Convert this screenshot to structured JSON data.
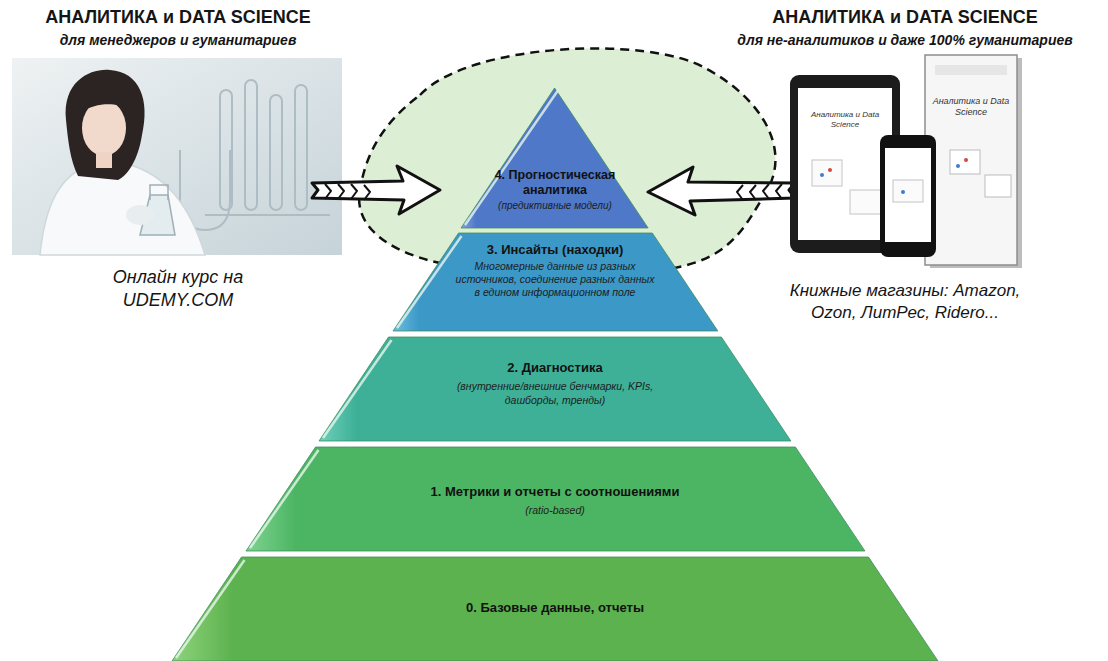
{
  "diagram": {
    "nodes": [
      {
        "text": [
          "4. Прогностическая аналитика",
          "(предиктивные модели)"
        ]
      },
      {
        "text": [
          "3. Инсайты (находки)",
          "Многомерные данные из разных источников, соединение разных данных в едином информационном поле"
        ]
      },
      {
        "text": [
          "2. Диагностика",
          "(внутренние/внешние бенчмарки, KPIs, дашборды, тренды)"
        ]
      },
      {
        "text": [
          "1. Метрики и отчеты с соотношениями",
          "(ratio-based)"
        ]
      },
      {
        "text": [
          "0. Базовые данные, отчеты"
        ]
      }
    ],
    "labels": [
      "АНАЛИТИКА и DATA SCIENCE",
      "для менеджеров и гуманитариев",
      "Онлайн курс на UDEMY.COM",
      "АНАЛИТИКА и DATA SCIENCE",
      "для не-аналитиков и даже 100% гуманитариев",
      "Книжные магазины: Amazon, Ozon, ЛитРес, Ridero...",
      "Аналитика и Data Science",
      "Аналитика и Data Science"
    ]
  }
}
